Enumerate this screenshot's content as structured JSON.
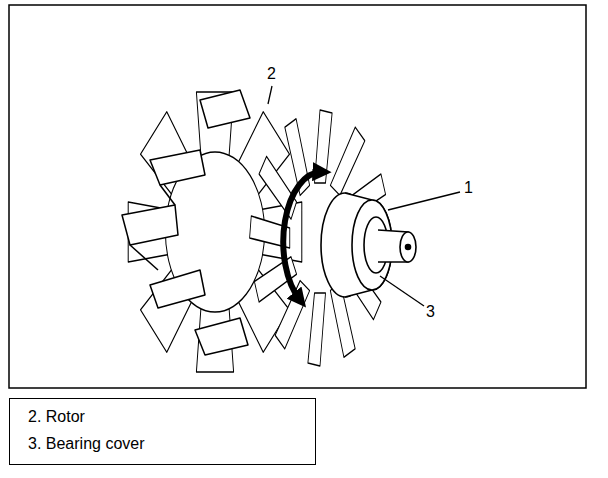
{
  "diagram": {
    "nodes": [
      {
        "text": [
          "2. Rotor",
          "3. Bearing cover"
        ]
      }
    ],
    "labels": [
      "2",
      "1",
      "3"
    ]
  }
}
